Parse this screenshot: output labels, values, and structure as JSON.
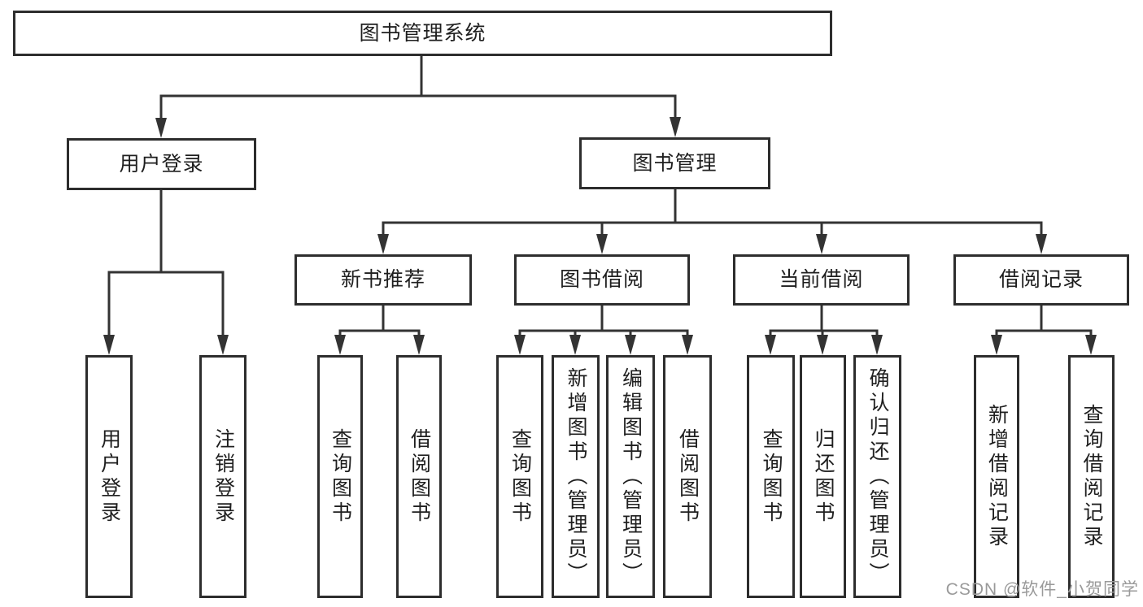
{
  "diagram": {
    "root": {
      "label": "图书管理系统",
      "children": [
        {
          "label": "用户登录",
          "children": [
            {
              "label": "用户登录"
            },
            {
              "label": "注销登录"
            }
          ]
        },
        {
          "label": "图书管理",
          "children": [
            {
              "label": "新书推荐",
              "children": [
                {
                  "label": "查询图书"
                },
                {
                  "label": "借阅图书"
                }
              ]
            },
            {
              "label": "图书借阅",
              "children": [
                {
                  "label": "查询图书"
                },
                {
                  "label": "新增图书（管理员）"
                },
                {
                  "label": "编辑图书（管理员）"
                },
                {
                  "label": "借阅图书"
                }
              ]
            },
            {
              "label": "当前借阅",
              "children": [
                {
                  "label": "查询图书"
                },
                {
                  "label": "归还图书"
                },
                {
                  "label": "确认归还（管理员）"
                }
              ]
            },
            {
              "label": "借阅记录",
              "children": [
                {
                  "label": "新增借阅记录"
                },
                {
                  "label": "查询借阅记录"
                }
              ]
            }
          ]
        }
      ]
    },
    "line_color": "#333333",
    "box_border_color": "#2d2d2d",
    "text_color": "#1f1f1f"
  },
  "watermark": {
    "text": "CSDN @软件_小贺同学",
    "color": "#9a9a9a"
  }
}
